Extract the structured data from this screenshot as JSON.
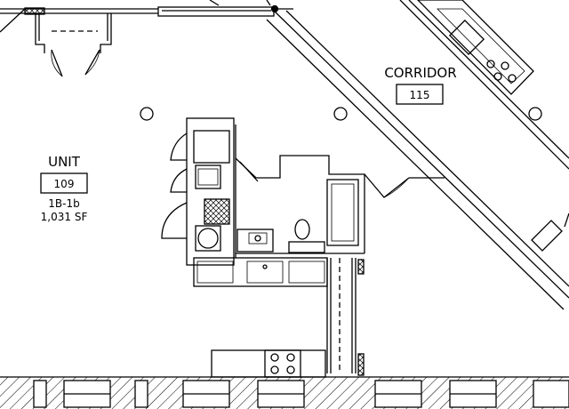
{
  "corridor": {
    "label": "CORRIDOR",
    "number": "115"
  },
  "unit": {
    "label": "UNIT",
    "number": "109",
    "type": "1B-1b",
    "area": "1,031 SF"
  },
  "colors": {
    "line": "#000000",
    "background": "#ffffff"
  }
}
